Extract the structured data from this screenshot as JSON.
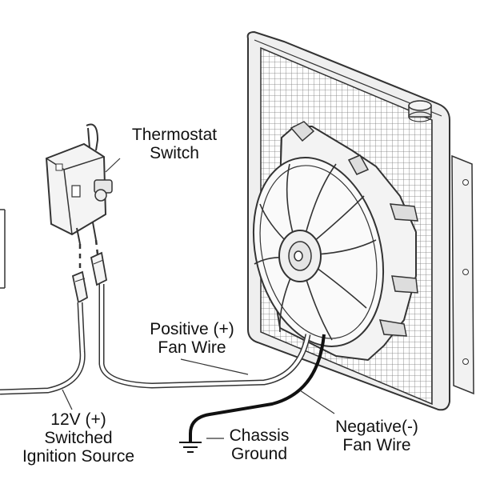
{
  "labels": {
    "thermostat": [
      "Thermostat",
      "Switch"
    ],
    "positive": [
      "Positive (+)",
      "Fan Wire"
    ],
    "ignition": [
      "12V (+)",
      "Switched",
      "Ignition Source"
    ],
    "chassis": [
      "Chassis",
      "Ground"
    ],
    "negative": [
      "Negative(-)",
      "Fan Wire"
    ]
  },
  "colors": {
    "line": "#333333",
    "wire_ground": "#111111",
    "fill_light": "#f4f4f4",
    "fill_mid": "#dcdcdc"
  },
  "icons": [
    "thermostat-switch-icon",
    "radiator-icon",
    "cooling-fan-icon",
    "ground-symbol-icon",
    "connector-icon"
  ]
}
